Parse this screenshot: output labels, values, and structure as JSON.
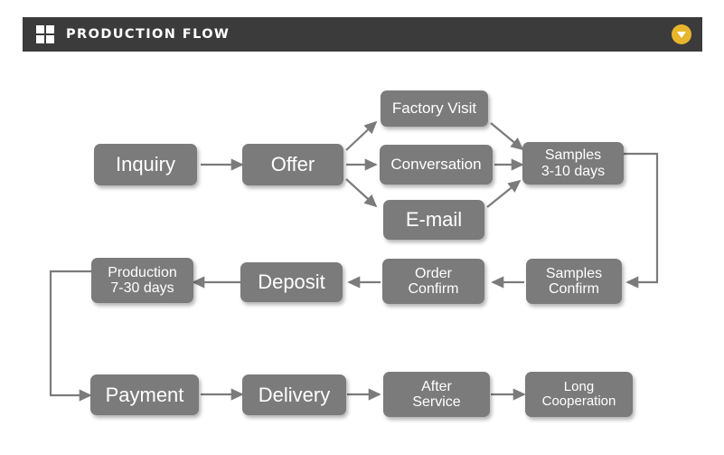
{
  "header": {
    "title": "PRODUCTION FLOW",
    "icon": "grid-2x2-icon",
    "toggle_icon": "chevron-down-icon",
    "bar_color": "#3b3b3b",
    "toggle_color": "#e8b62c"
  },
  "diagram": {
    "node_color": "#7b7b7b",
    "text_color": "#ffffff",
    "connector_color": "#7b7b7b",
    "background": "#ffffff",
    "nodes": [
      {
        "id": "inquiry",
        "label": "Inquiry"
      },
      {
        "id": "offer",
        "label": "Offer"
      },
      {
        "id": "factory-visit",
        "label": "Factory Visit"
      },
      {
        "id": "conversation",
        "label": "Conversation"
      },
      {
        "id": "email",
        "label": "E-mail"
      },
      {
        "id": "samples",
        "label": "Samples\n3-10 days"
      },
      {
        "id": "samples-confirm",
        "label": "Samples\nConfirm"
      },
      {
        "id": "order-confirm",
        "label": "Order\nConfirm"
      },
      {
        "id": "deposit",
        "label": "Deposit"
      },
      {
        "id": "production",
        "label": "Production\n7-30 days"
      },
      {
        "id": "payment",
        "label": "Payment"
      },
      {
        "id": "delivery",
        "label": "Delivery"
      },
      {
        "id": "after-service",
        "label": "After\nService"
      },
      {
        "id": "long-cooperation",
        "label": "Long\nCooperation"
      }
    ],
    "edges": [
      {
        "from": "inquiry",
        "to": "offer"
      },
      {
        "from": "offer",
        "to": "factory-visit"
      },
      {
        "from": "offer",
        "to": "conversation"
      },
      {
        "from": "offer",
        "to": "email"
      },
      {
        "from": "factory-visit",
        "to": "samples"
      },
      {
        "from": "conversation",
        "to": "samples"
      },
      {
        "from": "email",
        "to": "samples"
      },
      {
        "from": "samples",
        "to": "samples-confirm"
      },
      {
        "from": "samples-confirm",
        "to": "order-confirm"
      },
      {
        "from": "order-confirm",
        "to": "deposit"
      },
      {
        "from": "deposit",
        "to": "production"
      },
      {
        "from": "production",
        "to": "payment"
      },
      {
        "from": "payment",
        "to": "delivery"
      },
      {
        "from": "delivery",
        "to": "after-service"
      },
      {
        "from": "after-service",
        "to": "long-cooperation"
      }
    ]
  }
}
